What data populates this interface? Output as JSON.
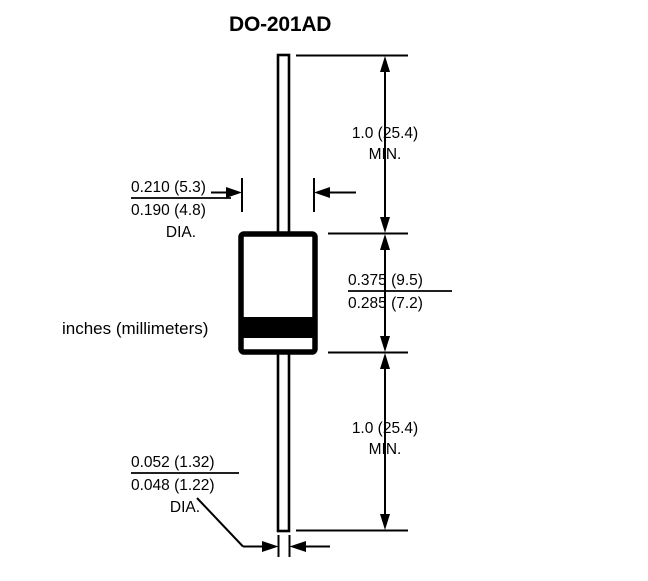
{
  "drawing": {
    "title": "DO-201AD",
    "units_note": "inches (millimeters)",
    "dimensions": {
      "lead_length_top": {
        "line1": "1.0 (25.4)",
        "line2": "MIN."
      },
      "lead_length_bottom": {
        "line1": "1.0 (25.4)",
        "line2": "MIN."
      },
      "body_diameter": {
        "max": "0.210 (5.3)",
        "min": "0.190 (4.8)",
        "note": "DIA."
      },
      "body_length": {
        "max": "0.375 (9.5)",
        "min": "0.285 (7.2)"
      },
      "lead_diameter": {
        "max": "0.052 (1.32)",
        "min": "0.048 (1.22)",
        "note": "DIA."
      }
    },
    "colors": {
      "line": "#000000",
      "band": "#000000",
      "background": "#ffffff"
    }
  }
}
